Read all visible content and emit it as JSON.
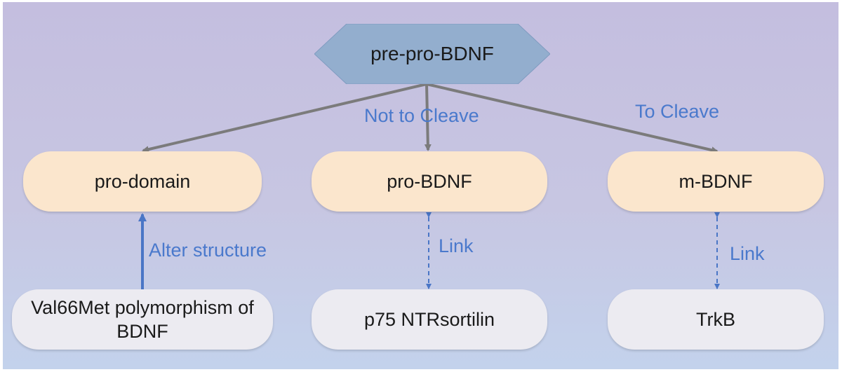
{
  "root": {
    "label": "pre-pro-BDNF"
  },
  "nodes": {
    "pro_domain": "pro-domain",
    "pro_bdnf": "pro-BDNF",
    "m_bdnf": "m-BDNF",
    "val66met": "Val66Met polymorphism of BDNF",
    "p75": "p75 NTRsortilin",
    "trkb": "TrkB"
  },
  "edge_labels": {
    "not_to_cleave": "Not to Cleave",
    "to_cleave": "To Cleave",
    "alter_structure": "Alter structure",
    "link_left": "Link",
    "link_right": "Link"
  },
  "colors": {
    "hexagon_fill": "#93aece",
    "top_node_fill": "#fbe6cd",
    "bottom_node_fill": "#ecebf1",
    "label_text": "#4a79cc",
    "gray_arrow": "#7b7b7b",
    "blue_arrow": "#4a76c6"
  }
}
